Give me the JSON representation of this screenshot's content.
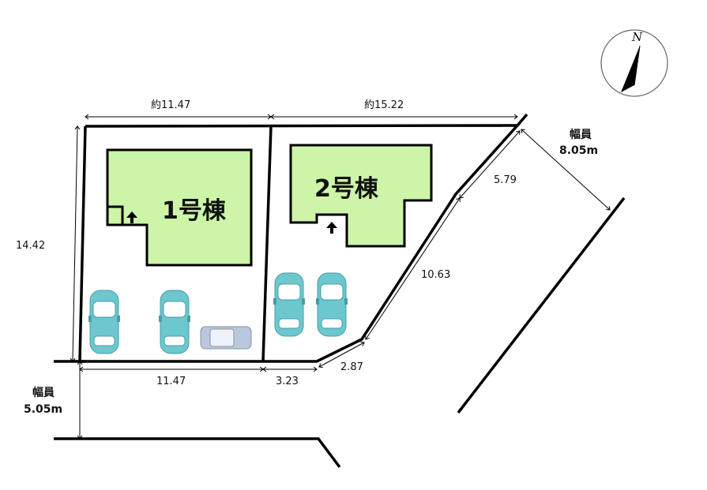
{
  "compass": {
    "label": "N"
  },
  "dimensions": {
    "top_left": "約11.47",
    "top_right": "約15.22",
    "left": "14.42",
    "bottom_left": "11.47",
    "bottom_mid": "3.23",
    "bottom_corner": "2.87",
    "diag_long": "10.63",
    "diag_short": "5.79"
  },
  "roads": {
    "south": {
      "label": "幅員",
      "width": "5.05m"
    },
    "east": {
      "label": "幅員",
      "width": "8.05m"
    }
  },
  "buildings": [
    {
      "label": "1号棟"
    },
    {
      "label": "2号棟"
    }
  ],
  "colors": {
    "building_fill": "#ccf5a8",
    "car_fill": "#6cc7cf",
    "car_alt_fill": "#b9c8dd",
    "line": "#000000"
  }
}
